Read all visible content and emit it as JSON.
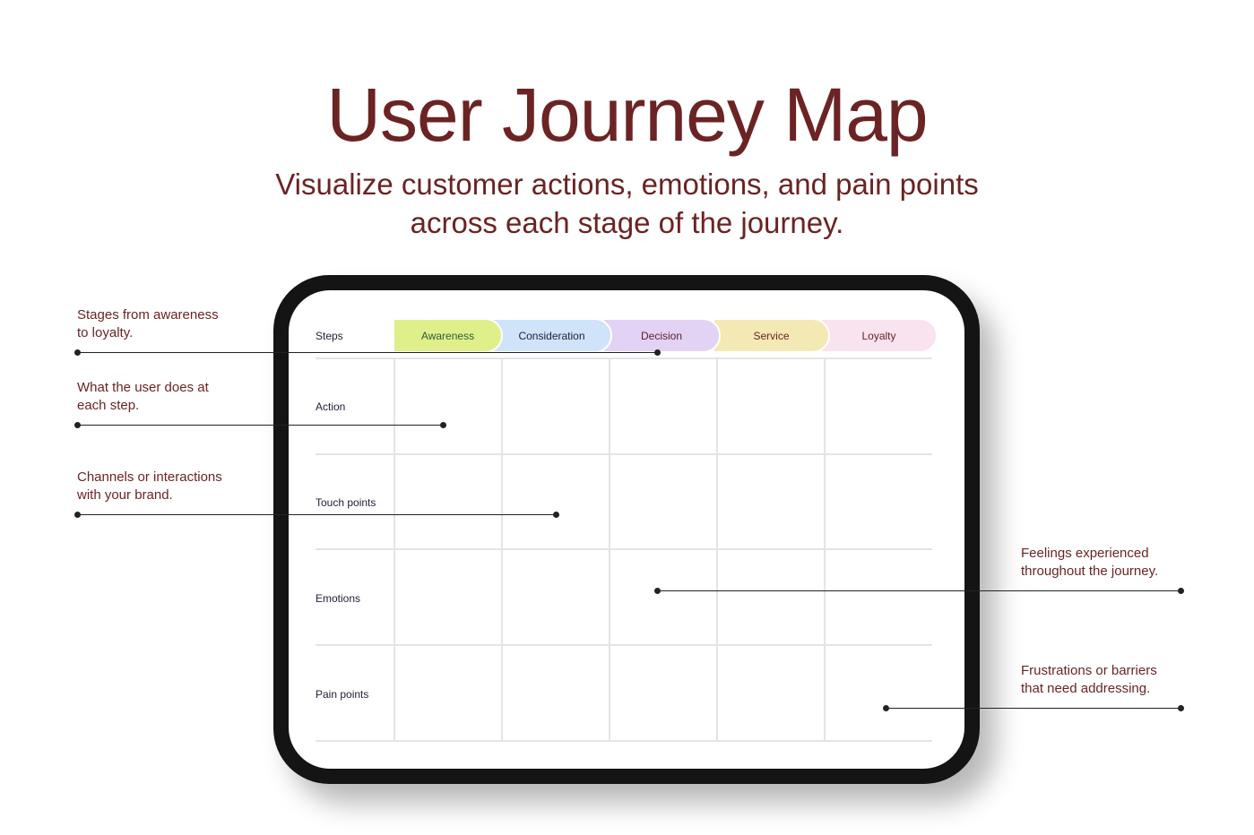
{
  "title": "User Journey Map",
  "subtitle_line1": "Visualize customer actions, emotions, and pain points",
  "subtitle_line2": "across each stage of the journey.",
  "header_label": "Steps",
  "stages": [
    {
      "label": "Awareness",
      "color": "#dff08a",
      "text": "#2f5a3a"
    },
    {
      "label": "Consideration",
      "color": "#cfe3fb",
      "text": "#222238"
    },
    {
      "label": "Decision",
      "color": "#e2d3f4",
      "text": "#5a2030"
    },
    {
      "label": "Service",
      "color": "#f4e9b4",
      "text": "#6b2323"
    },
    {
      "label": "Loyalty",
      "color": "#f8e3ef",
      "text": "#6b2323"
    }
  ],
  "rows": [
    "Action",
    "Touch points",
    "Emotions",
    "Pain points"
  ],
  "notes": {
    "stages": "Stages from awareness to loyalty.",
    "action": "What the user does at each step.",
    "touch": "Channels or interactions with your brand.",
    "emotions": "Feelings experienced throughout the journey.",
    "pain": "Frustrations or barriers that need addressing."
  }
}
